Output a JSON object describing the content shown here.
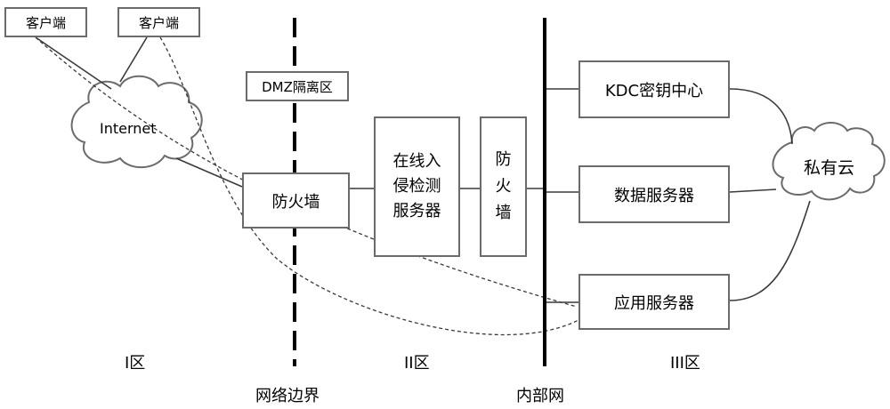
{
  "diagram": {
    "clients": [
      {
        "label": "客户端"
      },
      {
        "label": "客户端"
      }
    ],
    "internet_label": "Internet",
    "dmz_label": "DMZ隔离区",
    "firewall_outer_label": "防火墙",
    "ids_label_lines": [
      "在线入",
      "侵检测",
      "服务器"
    ],
    "firewall_inner_lines": [
      "防",
      "火",
      "墙"
    ],
    "kdc_label": "KDC密钥中心",
    "data_server_label": "数据服务器",
    "app_server_label": "应用服务器",
    "private_cloud_label": "私有云",
    "zones": [
      "I区",
      "II区",
      "III区"
    ],
    "boundaries": {
      "network_boundary": "网络边界",
      "internal_network": "内部网"
    }
  }
}
